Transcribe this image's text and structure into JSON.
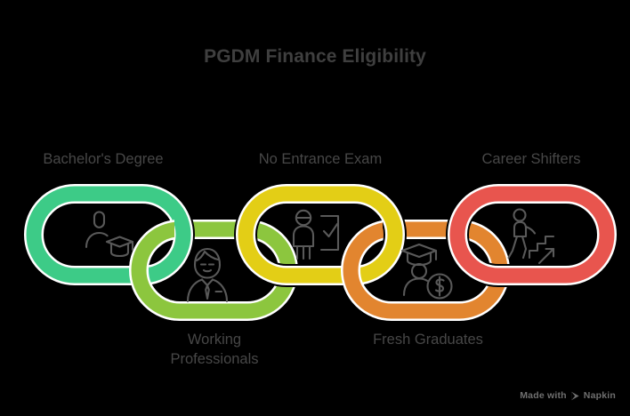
{
  "title": "PGDM Finance Eligibility",
  "background_color": "#000000",
  "title_color": "#3f3f3f",
  "label_color": "#474747",
  "icon_stroke_color": "#595959",
  "chain": {
    "links": [
      {
        "id": "bachelors-degree",
        "label": "Bachelor's Degree",
        "label_position": "top",
        "color": "#3DCB87",
        "icon": "person-graduate-cap-icon",
        "row": "upper"
      },
      {
        "id": "working-professionals",
        "label": "Working\nProfessionals",
        "label_position": "bottom",
        "color": "#8CC63E",
        "icon": "businessman-tie-icon",
        "row": "lower"
      },
      {
        "id": "no-entrance-exam",
        "label": "No Entrance Exam",
        "label_position": "top",
        "color": "#E3CE16",
        "icon": "person-checklist-icon",
        "row": "upper"
      },
      {
        "id": "fresh-graduates",
        "label": "Fresh Graduates",
        "label_position": "bottom",
        "color": "#E2852F",
        "icon": "graduate-dollar-coin-icon",
        "row": "lower"
      },
      {
        "id": "career-shifters",
        "label": "Career Shifters",
        "label_position": "top",
        "color": "#E8554E",
        "icon": "person-climbing-stairs-arrow-icon",
        "row": "upper"
      }
    ]
  },
  "watermark": {
    "text": "Made with",
    "brand": "Napkin"
  }
}
